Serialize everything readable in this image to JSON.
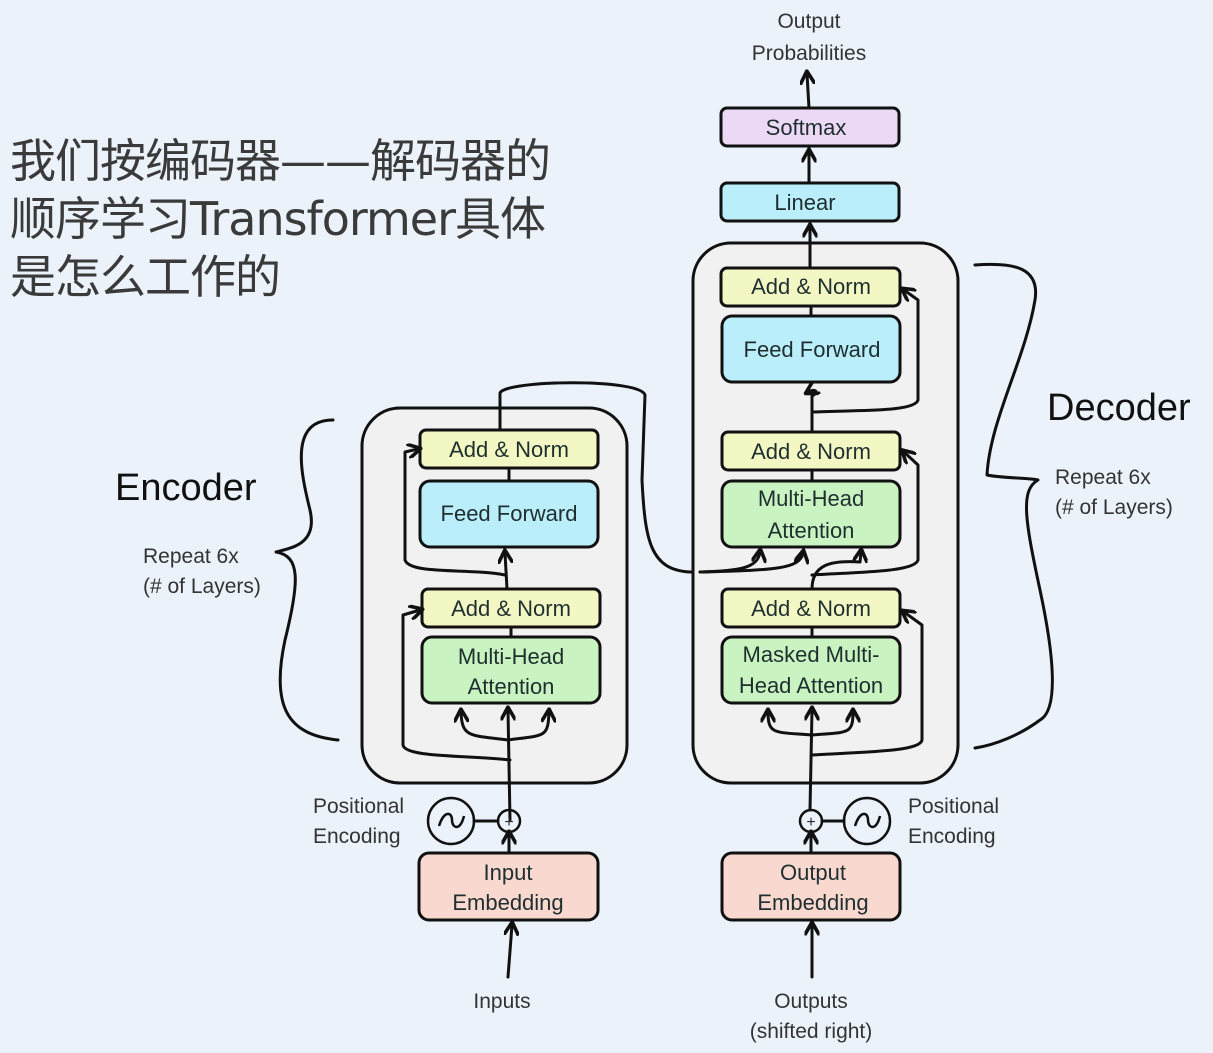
{
  "heading": {
    "lines": [
      "我们按编码器——解码器的",
      "顺序学习Transformer具体",
      "是怎么工作的"
    ]
  },
  "colors": {
    "background": "#ebf2fa",
    "stack_fill": "#f1f1f1",
    "add_norm": "#f2f7c3",
    "feed_forward": "#b9eefa",
    "attention": "#c9f4c2",
    "embedding": "#f9d8d0",
    "linear": "#b9eefa",
    "softmax": "#ecd9f6"
  },
  "encoder": {
    "label": "Encoder",
    "repeat_line1": "Repeat 6x",
    "repeat_line2": "(# of Layers)",
    "add_norm_top": "Add & Norm",
    "feed_forward": "Feed Forward",
    "add_norm_bottom": "Add & Norm",
    "attention_line1": "Multi-Head",
    "attention_line2": "Attention",
    "embedding_line1": "Input",
    "embedding_line2": "Embedding",
    "positional_line1": "Positional",
    "positional_line2": "Encoding",
    "input_label": "Inputs"
  },
  "decoder": {
    "label": "Decoder",
    "repeat_line1": "Repeat 6x",
    "repeat_line2": "(# of Layers)",
    "add_norm_top": "Add & Norm",
    "feed_forward": "Feed Forward",
    "add_norm_middle": "Add & Norm",
    "attention_line1": "Multi-Head",
    "attention_line2": "Attention",
    "add_norm_bottom": "Add & Norm",
    "masked_line1": "Masked Multi-",
    "masked_line2": "Head Attention",
    "embedding_line1": "Output",
    "embedding_line2": "Embedding",
    "positional_line1": "Positional",
    "positional_line2": "Encoding",
    "output_line1": "Outputs",
    "output_line2": "(shifted right)"
  },
  "head": {
    "linear": "Linear",
    "softmax": "Softmax",
    "output_line1": "Output",
    "output_line2": "Probabilities"
  }
}
